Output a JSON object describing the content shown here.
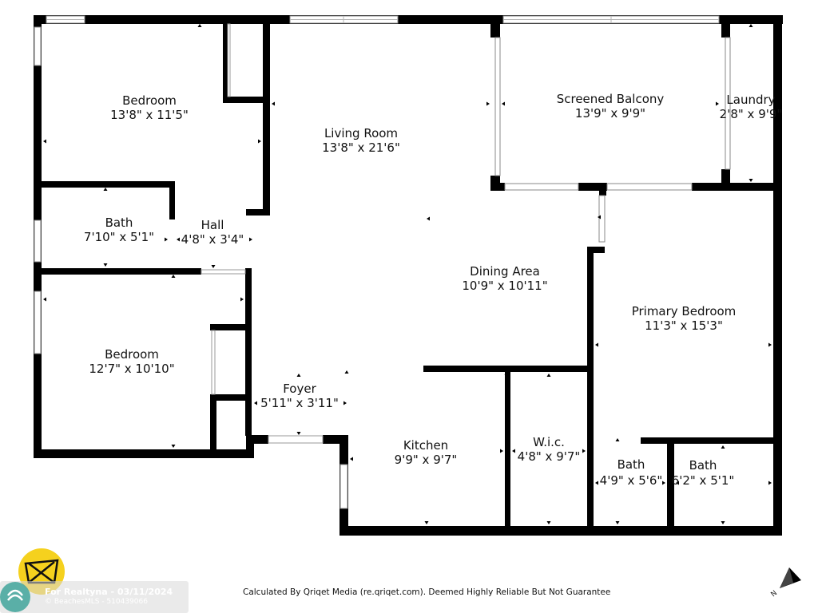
{
  "rooms": [
    {
      "name": "Bedroom",
      "dims": "13'8\" x 11'5\""
    },
    {
      "name": "Living Room",
      "dims": "13'8\" x 21'6\""
    },
    {
      "name": "Screened Balcony",
      "dims": "13'9\" x 9'9\""
    },
    {
      "name": "Laundry",
      "dims": "2'8\" x 9'9\""
    },
    {
      "name": "Bath",
      "dims": "7'10\" x 5'1\""
    },
    {
      "name": "Hall",
      "dims": "4'8\" x 3'4\""
    },
    {
      "name": "Dining Area",
      "dims": "10'9\" x 10'11\""
    },
    {
      "name": "Primary Bedroom",
      "dims": "11'3\" x 15'3\""
    },
    {
      "name": "Bedroom",
      "dims": "12'7\" x 10'10\""
    },
    {
      "name": "Foyer",
      "dims": "5'11\" x 3'11\""
    },
    {
      "name": "Kitchen",
      "dims": "9'9\" x 9'7\""
    },
    {
      "name": "W.i.c.",
      "dims": "4'8\" x 9'7\""
    },
    {
      "name": "Bath",
      "dims": "4'9\" x 5'6\""
    },
    {
      "name": "Bath",
      "dims": "6'2\" x 5'1\""
    }
  ],
  "footer": {
    "credit": "Calculated By Qriqet Media (re.qriqet.com). Deemed Highly Reliable But Not Guarantee"
  },
  "watermark": {
    "line1": "For Realtyna - 03/11/2024",
    "line2": "© BeachesMLS - 510439066"
  },
  "compass": {
    "label": "N"
  },
  "colors": {
    "wall": "#000000",
    "logo_yellow": "#f5d11e",
    "watermark_teal": "#4aa8a0"
  },
  "icons": {
    "logo": "qriqet-logo-icon",
    "compass": "north-arrow-icon",
    "watermark": "realtyna-logo-icon"
  }
}
